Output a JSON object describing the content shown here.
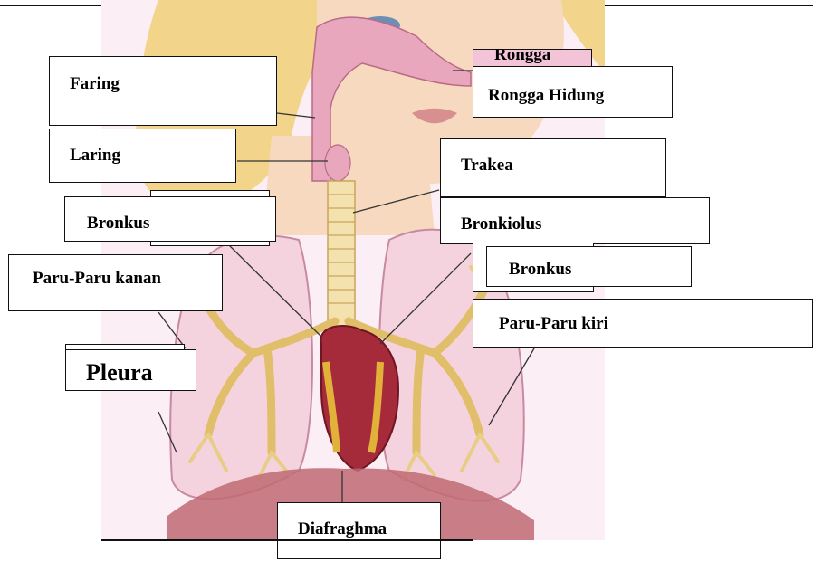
{
  "labels": {
    "faring": "Faring",
    "rongga_hidung_cut": "Rongga",
    "rongga_hidung": "Rongga Hidung",
    "laring": "Laring",
    "trakea": "Trakea",
    "bronkus_left": "Bronkus",
    "bronkiolus": "Bronkiolus",
    "bronkus_right": "Bronkus",
    "paru_kanan": "Paru-Paru kanan",
    "paru_kiri": "Paru-Paru kiri",
    "pleura": "Pleura",
    "diafragma": "Diafraghma"
  },
  "colors": {
    "hair": "#f2d58a",
    "skin": "#f7d9bf",
    "airway": "#e9a7bd",
    "trachea": "#f3e2ad",
    "lung": "#f4d3de",
    "bronchi": "#e7c77a",
    "heart": "#a52a3a",
    "diaphragm": "#c06a73"
  }
}
